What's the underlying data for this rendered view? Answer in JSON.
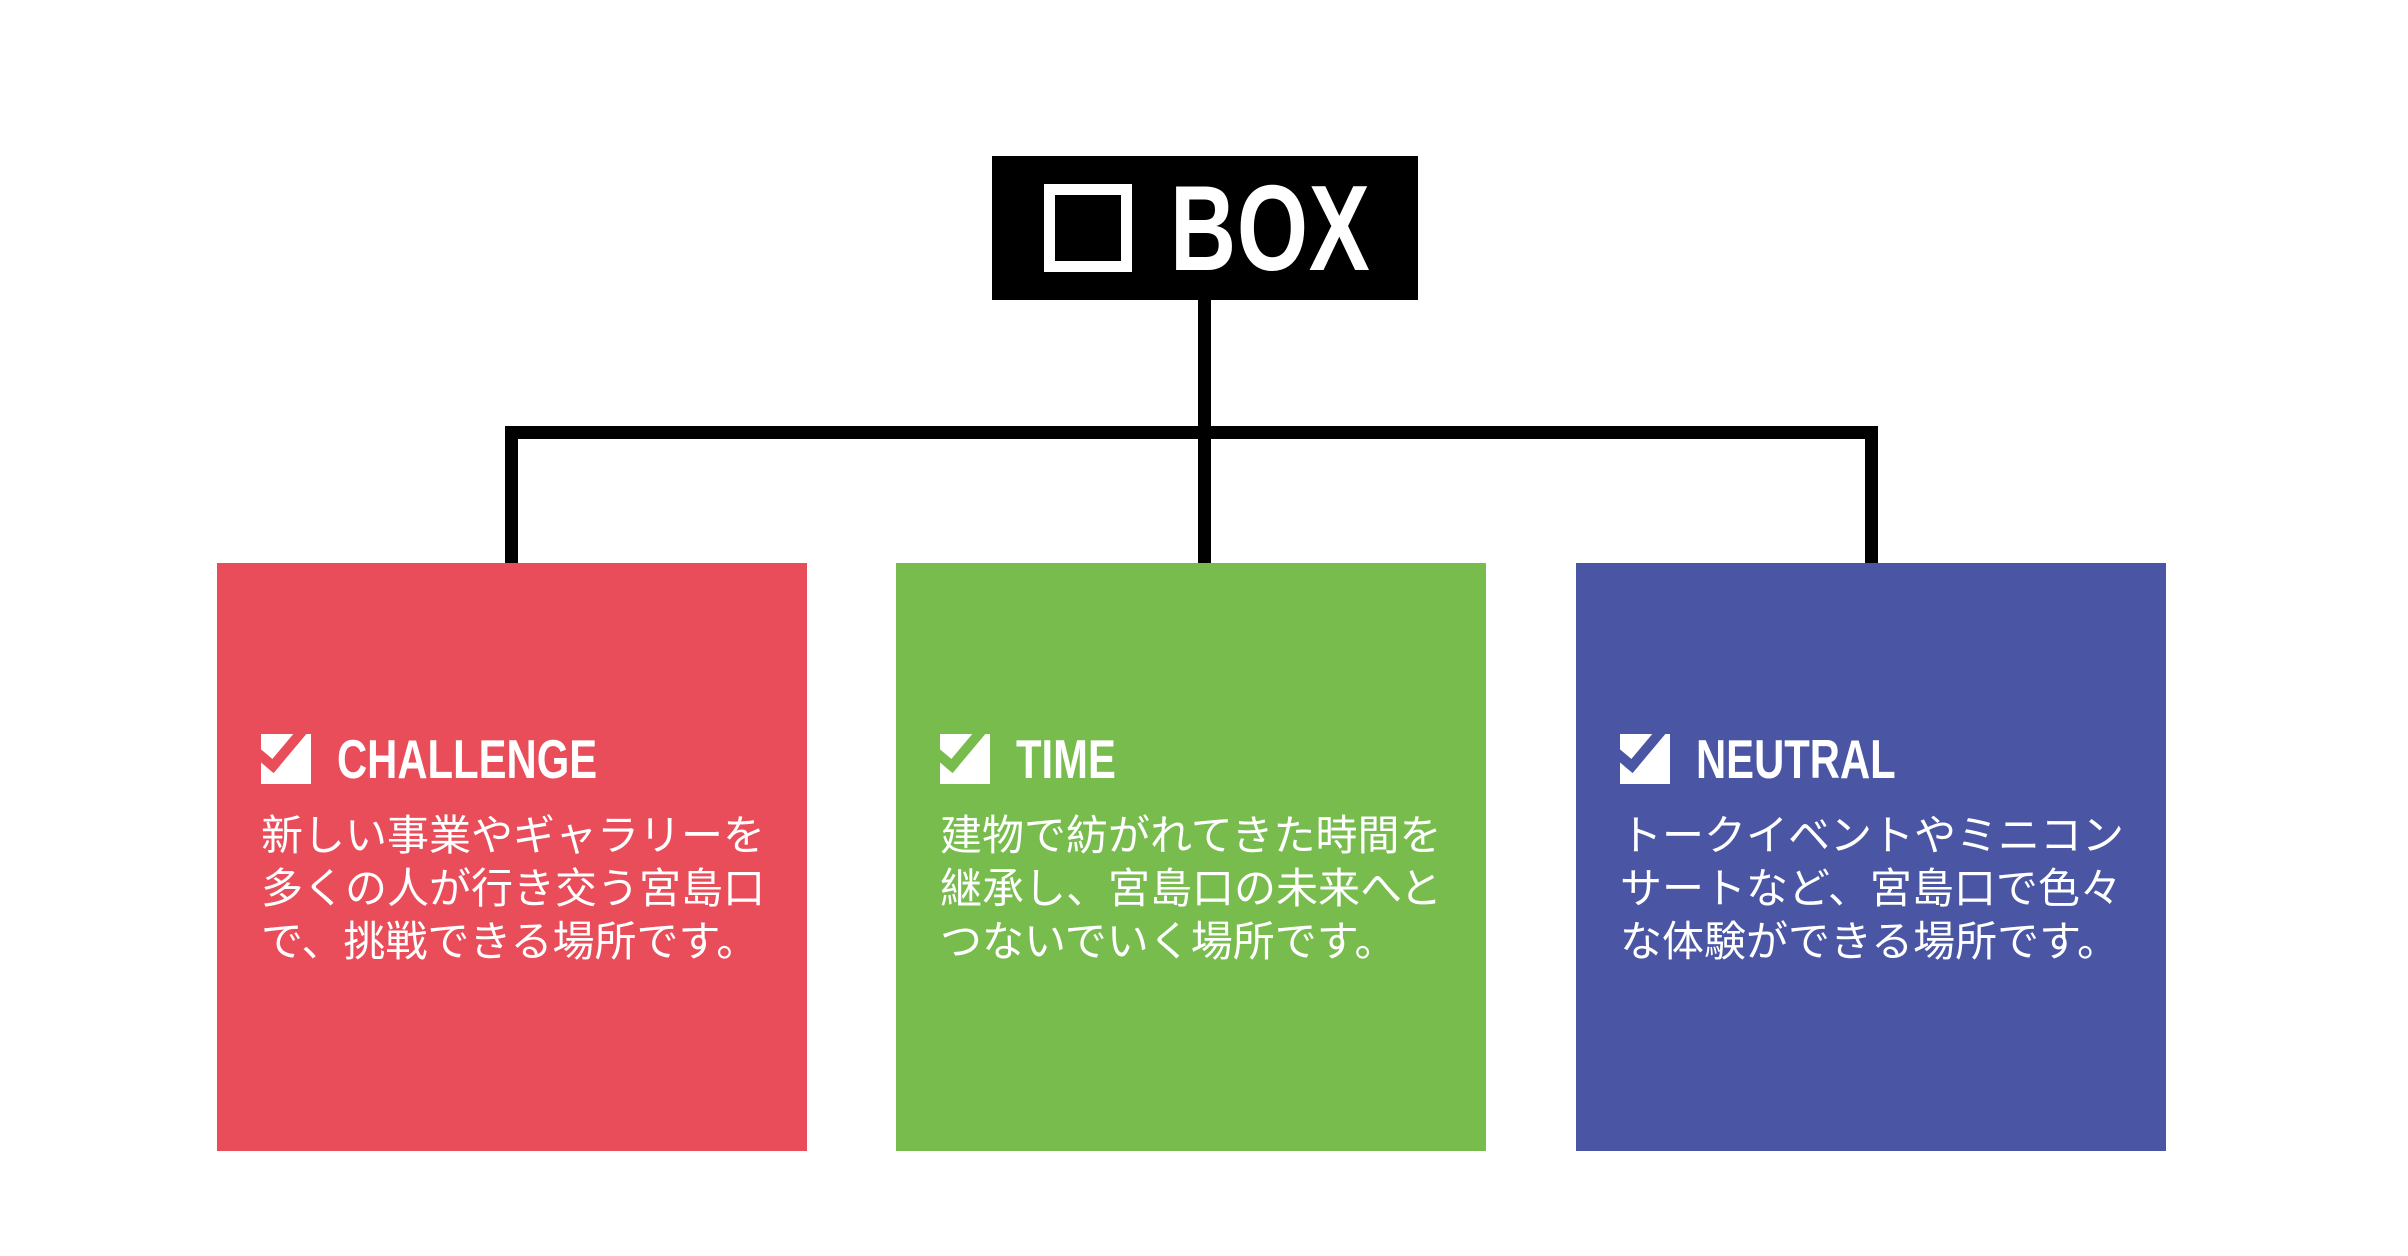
{
  "page": {
    "background_color": "#ffffff"
  },
  "header": {
    "logo_text": "BOX",
    "background_color": "#000000",
    "text_color": "#ffffff",
    "icon": "square-outline-icon"
  },
  "connector": {
    "color": "#000000"
  },
  "boxes": [
    {
      "title": "CHALLENGE",
      "color": "#e94d5a",
      "text_color": "#ffffff",
      "checkbox_icon": "checkbox-check-icon",
      "description": "新しい事業やギャラリーを\n多くの人が行き交う宮島口\nで、挑戦できる場所です。"
    },
    {
      "title": "TIME",
      "color": "#77bc4d",
      "text_color": "#ffffff",
      "checkbox_icon": "checkbox-check-icon",
      "description": "建物で紡がれてきた時間を\n継承し、宮島口の未来へと\nつないでいく場所です。"
    },
    {
      "title": "NEUTRAL",
      "color": "#4a56a4",
      "text_color": "#ffffff",
      "checkbox_icon": "checkbox-check-icon",
      "description": "トークイベントやミニコン\nサートなど、宮島口で色々\nな体験ができる場所です。"
    }
  ]
}
